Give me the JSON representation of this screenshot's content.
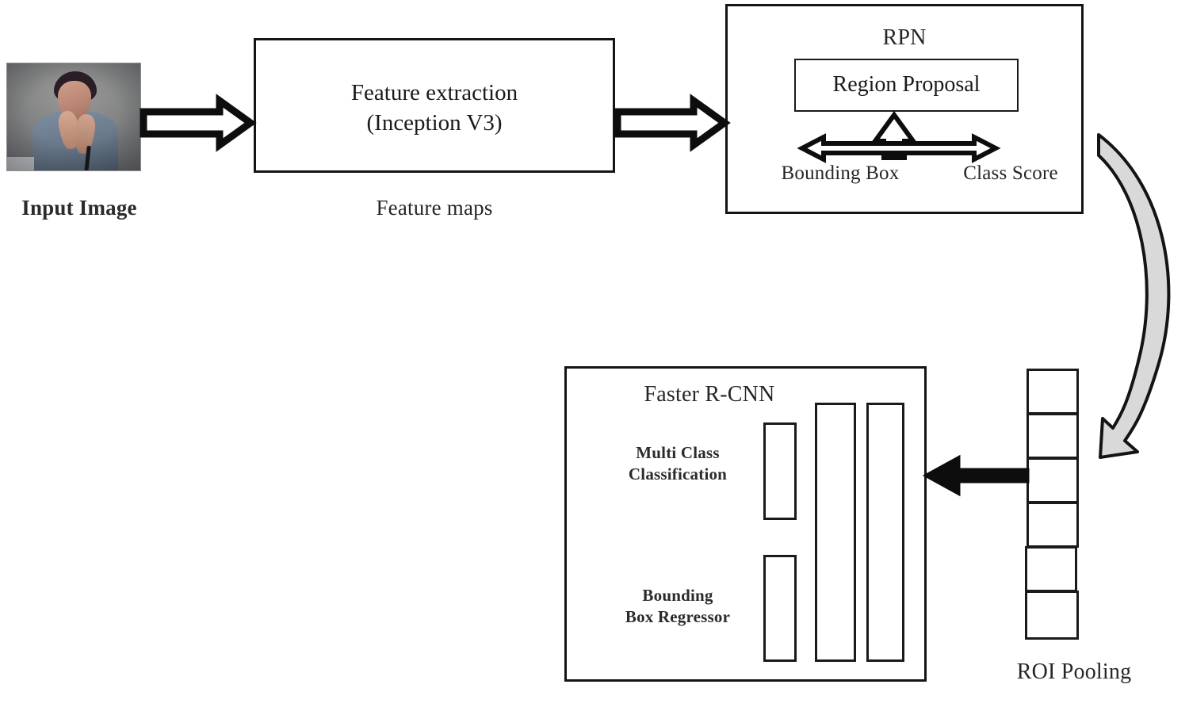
{
  "diagram": {
    "title": "Faster R-CNN with Inception V3 pipeline",
    "stroke_color": "#141414",
    "fill_color": "#ffffff",
    "curved_arrow_fill": "#d9d9d9"
  },
  "input": {
    "label": "Input Image",
    "photo_alt": "Person in denim shirt signing with both hands raised near face"
  },
  "feature_extraction": {
    "line1": "Feature extraction",
    "line2": "(Inception V3)",
    "caption": "Feature maps"
  },
  "rpn": {
    "title": "RPN",
    "region_proposal": "Region Proposal",
    "left_label": "Bounding Box",
    "right_label": "Class Score"
  },
  "faster_rcnn": {
    "title": "Faster R-CNN",
    "branch_top": "Multi Class\nClassification",
    "branch_bottom": "Bounding\nBox Regressor",
    "layer_bars": [
      "fc-branch-class",
      "fc-branch-bbox",
      "fc-layer-1",
      "fc-layer-2"
    ]
  },
  "roi_pooling": {
    "label": "ROI Pooling",
    "cell_count": 6
  },
  "arrows": [
    {
      "name": "input-to-feature-extraction",
      "style": "block-hollow",
      "direction": "right"
    },
    {
      "name": "feature-extraction-to-rpn",
      "style": "block-hollow",
      "direction": "right"
    },
    {
      "name": "rpn-internal-up",
      "style": "block-hollow",
      "direction": "up"
    },
    {
      "name": "rpn-internal-double",
      "style": "block-hollow",
      "direction": "left-right"
    },
    {
      "name": "rpn-to-roi-pooling",
      "style": "curved-shaded",
      "direction": "down-left"
    },
    {
      "name": "roi-pooling-to-faster-rcnn",
      "style": "block-solid",
      "direction": "left"
    }
  ]
}
